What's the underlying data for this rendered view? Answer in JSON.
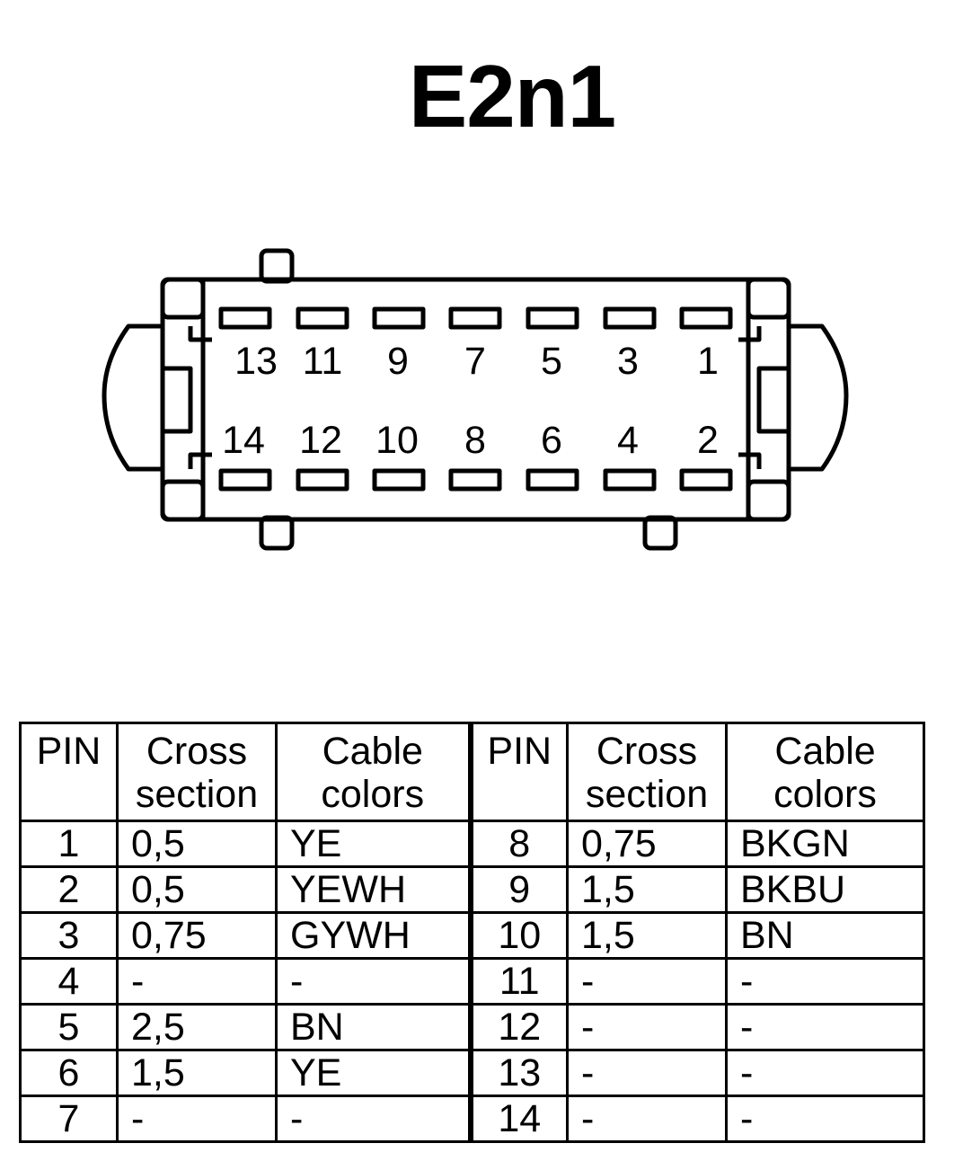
{
  "title": "E2n1",
  "connector": {
    "top_row_pins": [
      "13",
      "11",
      "9",
      "7",
      "5",
      "3",
      "1"
    ],
    "bottom_row_pins": [
      "14",
      "12",
      "10",
      "8",
      "6",
      "4",
      "2"
    ]
  },
  "table": {
    "headers": [
      "PIN",
      "Cross section",
      "Cable colors",
      "PIN",
      "Cross section",
      "Cable colors"
    ],
    "rows": [
      [
        "1",
        "0,5",
        "YE",
        "8",
        "0,75",
        "BKGN"
      ],
      [
        "2",
        "0,5",
        "YEWH",
        "9",
        "1,5",
        "BKBU"
      ],
      [
        "3",
        "0,75",
        "GYWH",
        "10",
        "1,5",
        "BN"
      ],
      [
        "4",
        "-",
        "-",
        "11",
        "-",
        "-"
      ],
      [
        "5",
        "2,5",
        "BN",
        "12",
        "-",
        "-"
      ],
      [
        "6",
        "1,5",
        "YE",
        "13",
        "-",
        "-"
      ],
      [
        "7",
        "-",
        "-",
        "14",
        "-",
        "-"
      ]
    ]
  }
}
